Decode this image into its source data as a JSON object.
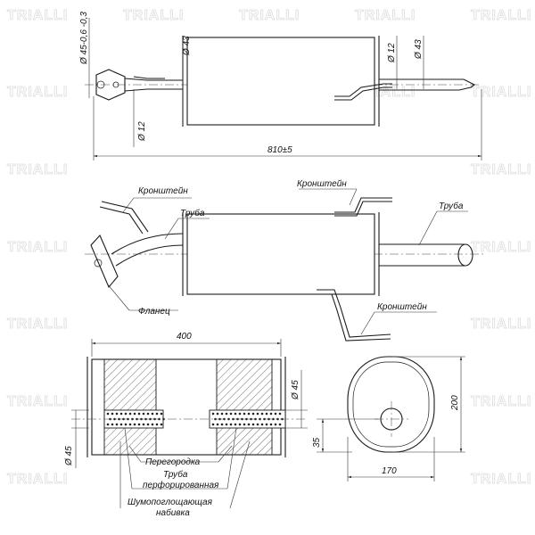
{
  "watermark": {
    "brand": "TRIALLI"
  },
  "dimensions": {
    "length": "810±5",
    "body_length": "400",
    "width": "170",
    "height": "200",
    "offset": "35",
    "tube_dia_45": "Ø 45",
    "tube_dia_45b": "Ø 45",
    "pipe_dia_43": "Ø 43",
    "body_dia_43": "Ø 43",
    "bolt_dia_12a": "Ø 12",
    "bolt_dia_12b": "Ø 12",
    "flange_tolerance": "Ø 45-0,6 -0,3"
  },
  "labels": {
    "bracket_left": "Кронштейн",
    "bracket_top": "Кронштейн",
    "bracket_bottom": "Кронштейн",
    "pipe_left": "Труба",
    "pipe_right": "Труба",
    "flange": "Фланец",
    "partition": "Перегородка",
    "perforated_pipe_1": "Труба",
    "perforated_pipe_2": "перфорированная",
    "absorbent_1": "Шумопоглощающая",
    "absorbent_2": "набивка"
  }
}
